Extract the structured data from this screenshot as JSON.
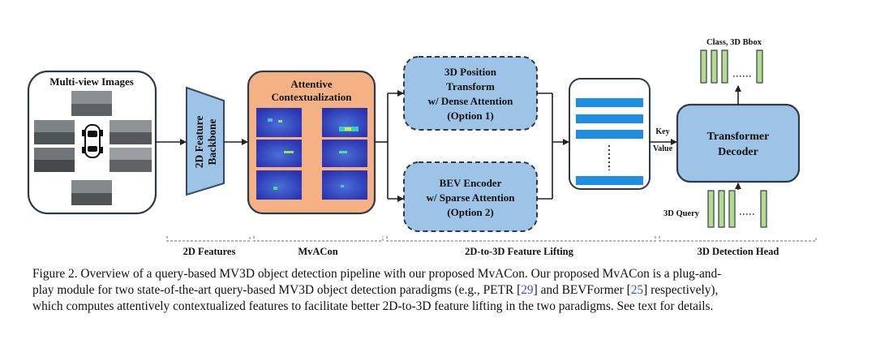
{
  "diagram": {
    "multiview_title": "Multi-view Images",
    "backbone_label_line1": "2D Feature",
    "backbone_label_line2": "Backbone",
    "mvacon_title_line1": "Attentive",
    "mvacon_title_line2": "Contextualization",
    "option1_lines": [
      "3D Position",
      "Transform",
      "w/ Dense Attention",
      "(Option 1)"
    ],
    "option2_lines": [
      "BEV Encoder",
      "w/ Sparse Attention",
      "(Option 2)"
    ],
    "key_label": "Key",
    "value_label": "Value",
    "decoder_line1": "Transformer",
    "decoder_line2": "Decoder",
    "output_label": "Class,  3D Bbox",
    "query_label": "3D Query",
    "section_labels": [
      "2D Features",
      "MvACon",
      "2D-to-3D Feature Lifting",
      "3D Detection Head"
    ]
  },
  "caption": {
    "line1": "Figure 2. Overview of a query-based MV3D object detection pipeline with our proposed MvACon. Our proposed MvACon is a plug-and-",
    "line2_a": "play module for two state-of-the-art query-based MV3D object detection paradigms (e.g., PETR [",
    "ref1": "29",
    "line2_b": "] and BEVFormer [",
    "ref2": "25",
    "line2_c": "] respectively),",
    "line3": "which computes attentively contextualized features to facilitate better 2D-to-3D feature lifting in the two paradigms. See text for details."
  },
  "colors": {
    "blue_fill": "#9dc3e6",
    "orange_fill": "#f4b183",
    "feature_bar": "#1f8ee0",
    "dark_stroke": "#3a4a5c",
    "reference_link": "#2d56c8"
  }
}
